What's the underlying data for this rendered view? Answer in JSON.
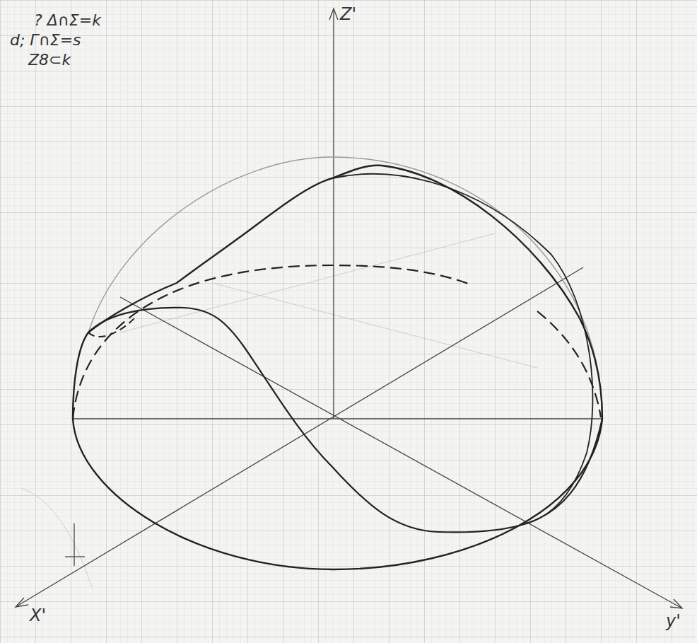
{
  "diagram": {
    "labels": [
      "? Δ∩Σ=k",
      "d; Γ∩Σ=s",
      "Z8⊂k",
      "Z'",
      "X'",
      "y'"
    ]
  }
}
